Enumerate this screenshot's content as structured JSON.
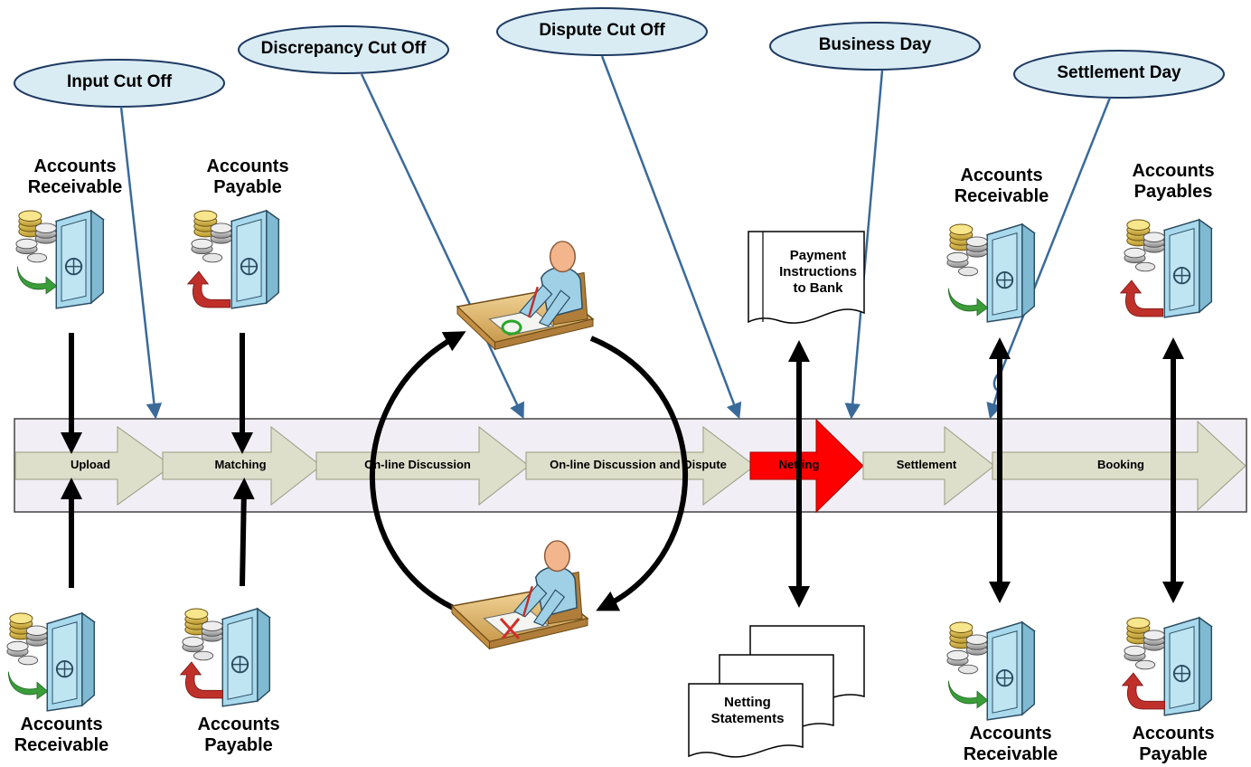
{
  "cutoffs": {
    "input": "Input Cut Off",
    "discrepancy": "Discrepancy Cut Off",
    "dispute": "Dispute Cut Off",
    "business": "Business Day",
    "settlement": "Settlement Day"
  },
  "steps": [
    {
      "label": "Upload"
    },
    {
      "label": "Matching"
    },
    {
      "label": "On-line Discussion"
    },
    {
      "label": "On-line Discussion and Dispute"
    },
    {
      "label": "Netting",
      "highlight": true
    },
    {
      "label": "Settlement"
    },
    {
      "label": "Booking"
    }
  ],
  "parties": {
    "top_ar_1": "Accounts\nReceivable",
    "top_ap_1": "Accounts\nPayable",
    "top_ar_2": "Accounts\nReceivable",
    "top_ap_2": "Accounts\nPayables",
    "bot_ar_1": "Accounts\nReceivable",
    "bot_ap_1": "Accounts\nPayable",
    "bot_ar_2": "Accounts\nReceivable",
    "bot_ap_2": "Accounts\nPayable"
  },
  "documents": {
    "payment_instructions": "Payment\nInstructions\nto Bank",
    "netting_statements": "Netting\nStatements"
  },
  "icons": {
    "safe": "safe-icon",
    "coins": "coins-icon",
    "person_desk": "person-at-desk-icon",
    "document": "document-icon"
  },
  "colors": {
    "band_fill": "#f1eef5",
    "step_fill": "#dedfcb",
    "netting": "#ff0000",
    "callout_fill": "#d9ecf4",
    "callout_border": "#1f3b63",
    "pointer": "#3a6a9a",
    "safe": "#a9d9ec",
    "arrow_green": "#3a9d3a",
    "arrow_red": "#c0302a",
    "black_arrow": "#000000"
  }
}
